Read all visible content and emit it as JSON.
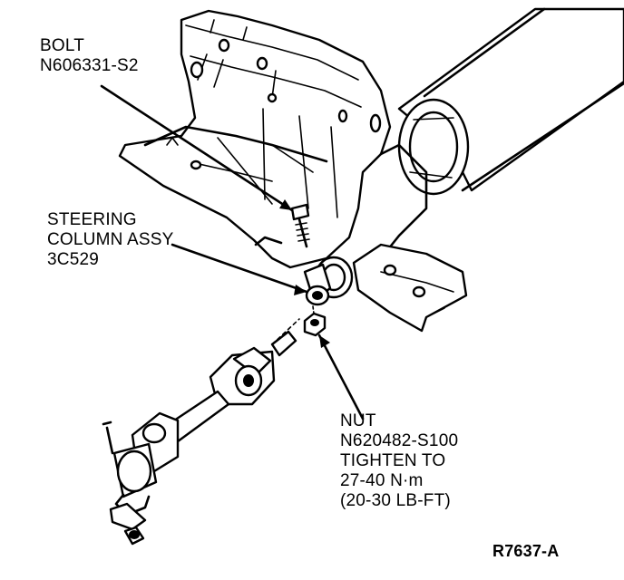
{
  "labels": {
    "bolt": [
      "BOLT",
      "N606331-S2"
    ],
    "steering_column": [
      "STEERING",
      "COLUMN ASSY",
      "3C529"
    ],
    "nut": [
      "NUT",
      "N620482-S100",
      "TIGHTEN TO",
      "27-40 N·m",
      "(20-30 LB-FT)"
    ],
    "figure_ref": "R7637-A"
  }
}
